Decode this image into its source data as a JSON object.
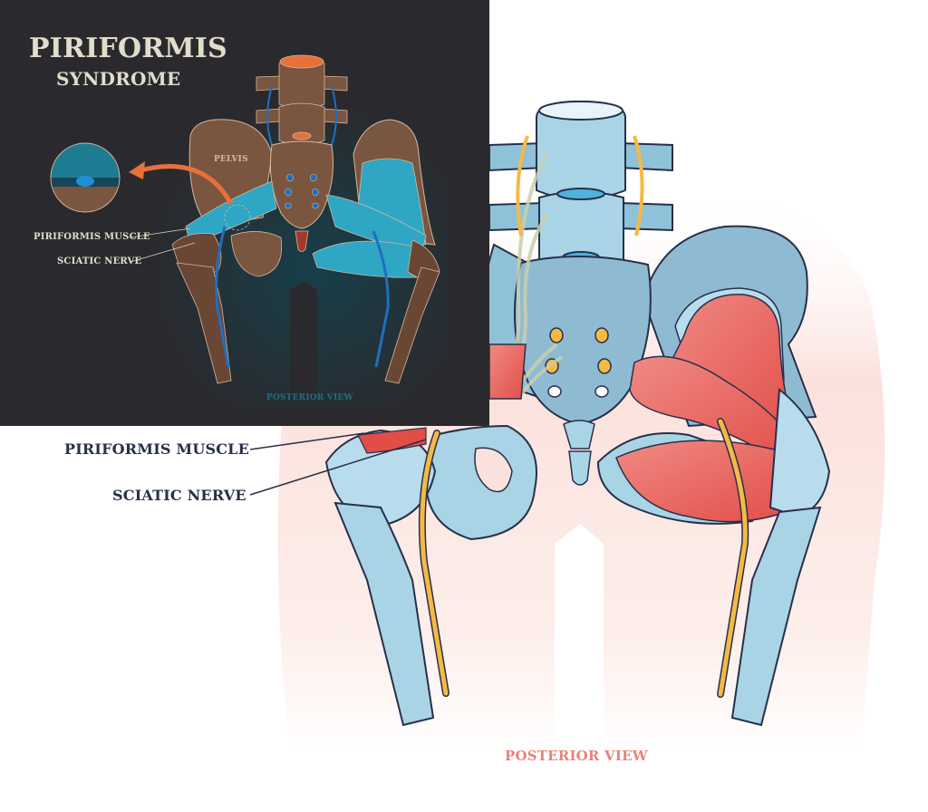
{
  "main": {
    "labels": {
      "piriformis_muscle": "PIRIFORMIS MUSCLE",
      "sciatic_nerve": "SCIATIC NERVE",
      "view": "POSTERIOR VIEW"
    },
    "colors": {
      "bone": "#a9d4e6",
      "bone_dark": "#7fb3cc",
      "muscle": "#e85a55",
      "nerve": "#f5b944",
      "outline": "#27304a",
      "background_glow": "#fbe1dc",
      "label_text": "#27304a",
      "view_text": "#e8847a"
    }
  },
  "inset": {
    "title": "PIRIFORMIS",
    "subtitle": "SYNDROME",
    "labels": {
      "pelvis": "PELVIS",
      "piriformis_muscle": "PIRIFORMIS MUSCLE",
      "sciatic_nerve": "SCIATIC NERVE",
      "view": "POSTERIOR VIEW"
    },
    "colors": {
      "background": "#2a2a2e",
      "bone": "#7a5540",
      "muscle": "#2ea6c4",
      "nerve": "#1f6fc0",
      "accent": "#e8703a",
      "text": "#e2dccb",
      "view_text": "#1d6f80"
    }
  }
}
